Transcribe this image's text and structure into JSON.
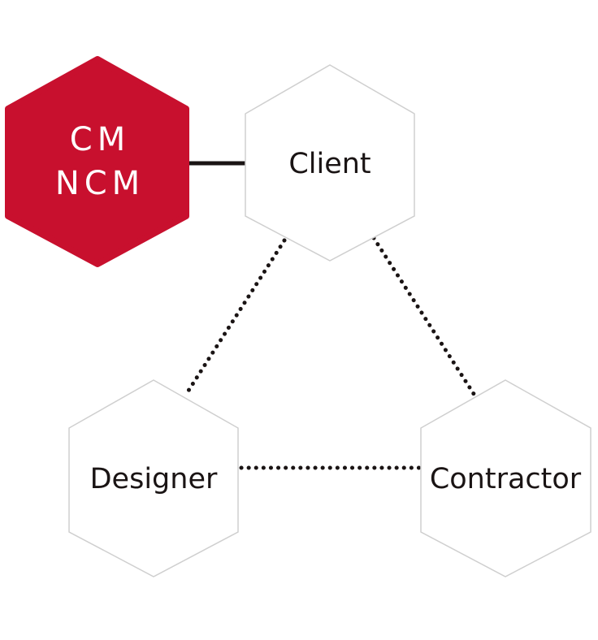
{
  "colors": {
    "accent": "#c8102e",
    "node_stroke": "#cfcfcf",
    "line": "#1a1414",
    "text": "#1a1414"
  },
  "nodes": {
    "cm": {
      "line1": "CM",
      "line2": "NCM"
    },
    "client": {
      "label": "Client"
    },
    "designer": {
      "label": "Designer"
    },
    "contractor": {
      "label": "Contractor"
    }
  },
  "edges": [
    {
      "from": "cm",
      "to": "client",
      "style": "solid"
    },
    {
      "from": "client",
      "to": "designer",
      "style": "dotted"
    },
    {
      "from": "client",
      "to": "contractor",
      "style": "dotted"
    },
    {
      "from": "designer",
      "to": "contractor",
      "style": "dotted"
    }
  ]
}
